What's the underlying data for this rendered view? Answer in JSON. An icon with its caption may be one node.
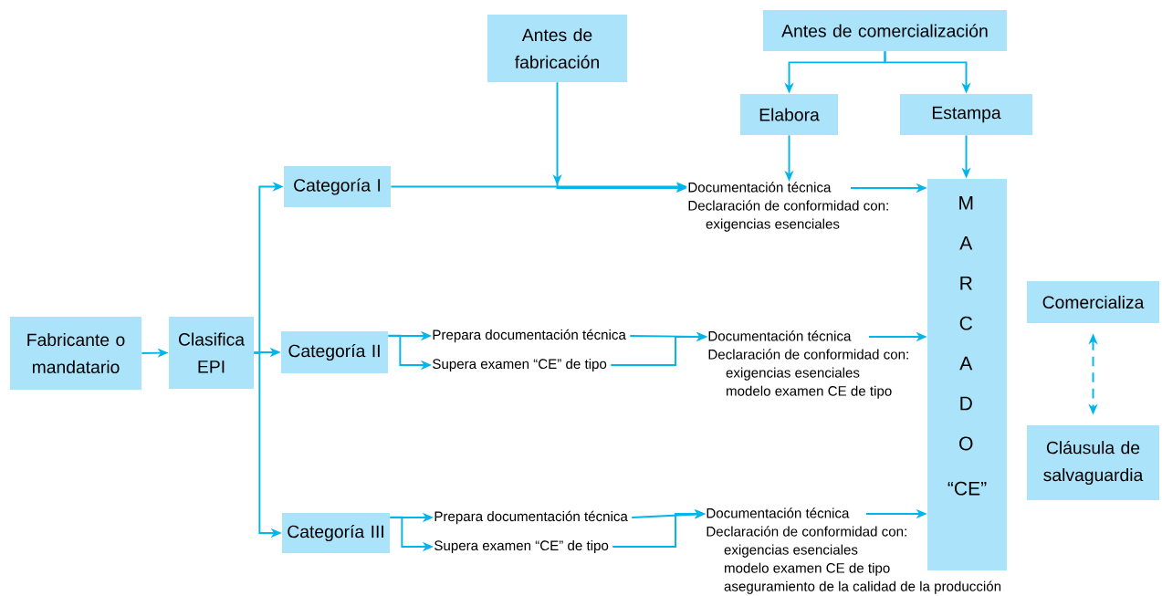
{
  "diagram": {
    "nodes": [
      {
        "text": [
          "Fabricante o mandatario"
        ]
      },
      {
        "text": [
          "Clasifica EPI"
        ]
      },
      {
        "text": [
          "Categoría I"
        ]
      },
      {
        "text": [
          "Categoría II"
        ]
      },
      {
        "text": [
          "Categoría III"
        ]
      },
      {
        "text": [
          "Antes de fabricación"
        ]
      },
      {
        "text": [
          "Antes de comercialización"
        ]
      },
      {
        "text": [
          "Elabora"
        ]
      },
      {
        "text": [
          "Estampa"
        ]
      },
      {
        "text": [
          "M A R C A D O",
          "“CE”"
        ]
      },
      {
        "text": [
          "Comercializa"
        ]
      },
      {
        "text": [
          "Cláusula de salvaguardia"
        ]
      },
      {
        "text": [
          "Documentación técnica",
          "Declaración de conformidad con:",
          "exigencias esenciales"
        ]
      },
      {
        "text": [
          "Prepara documentación técnica"
        ]
      },
      {
        "text": [
          "Supera examen “CE” de tipo"
        ]
      },
      {
        "text": [
          "Documentación técnica",
          "Declaración de conformidad con:",
          "exigencias esenciales",
          "modelo examen CE de tipo"
        ]
      },
      {
        "text": [
          "Prepara documentación técnica"
        ]
      },
      {
        "text": [
          "Supera examen “CE” de tipo"
        ]
      },
      {
        "text": [
          "Documentación técnica",
          "Declaración de conformidad con:",
          "exigencias esenciales",
          "modelo examen CE de tipo",
          "aseguramiento de la calidad de la producción"
        ]
      }
    ],
    "edges": [
      {
        "from": 0,
        "to": 1,
        "arrow": "to"
      },
      {
        "from": 1,
        "to": 2,
        "arrow": "to"
      },
      {
        "from": 1,
        "to": 3,
        "arrow": "to"
      },
      {
        "from": 1,
        "to": 4,
        "arrow": "to"
      },
      {
        "from": 2,
        "to": 12,
        "arrow": "to"
      },
      {
        "from": 5,
        "to": 12,
        "arrow": "to"
      },
      {
        "from": 6,
        "to": 7,
        "arrow": "to"
      },
      {
        "from": 6,
        "to": 8,
        "arrow": "to"
      },
      {
        "from": 7,
        "to": 12,
        "arrow": "to"
      },
      {
        "from": 8,
        "to": 9,
        "arrow": "to"
      },
      {
        "from": 12,
        "to": 9,
        "arrow": "to"
      },
      {
        "from": 3,
        "to": 13,
        "arrow": "to"
      },
      {
        "from": 3,
        "to": 14,
        "arrow": "to"
      },
      {
        "from": 13,
        "to": 15,
        "arrow": "to"
      },
      {
        "from": 14,
        "to": 15,
        "arrow": "to"
      },
      {
        "from": 15,
        "to": 9,
        "arrow": "to"
      },
      {
        "from": 4,
        "to": 16,
        "arrow": "to"
      },
      {
        "from": 4,
        "to": 17,
        "arrow": "to"
      },
      {
        "from": 16,
        "to": 18,
        "arrow": "to"
      },
      {
        "from": 17,
        "to": 18,
        "arrow": "to"
      },
      {
        "from": 18,
        "to": 9,
        "arrow": "to"
      },
      {
        "from": 10,
        "to": 11,
        "arrow": "both",
        "style": "dashed"
      }
    ]
  }
}
